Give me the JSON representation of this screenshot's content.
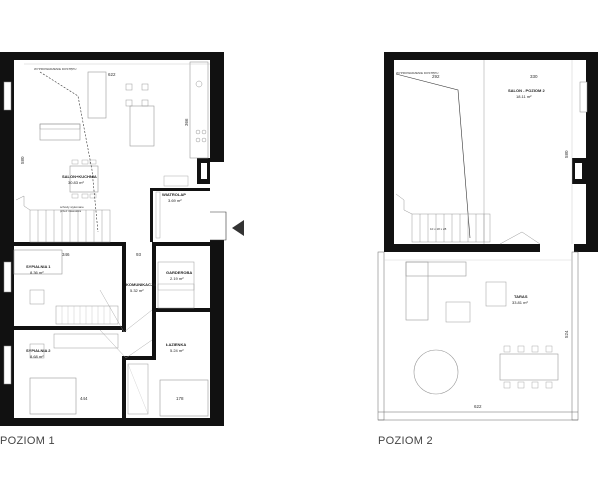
{
  "levels": {
    "level1": "POZIOM 1",
    "level2": "POZIOM 2"
  },
  "rooms_level1": {
    "salon": {
      "name": "SALON+KUCHNIA",
      "area": "30.83 m²"
    },
    "wiatrolap": {
      "name": "WIATROLAP",
      "area": "3.69 m²"
    },
    "sypialnia1": {
      "name": "SYPIALNIA 1",
      "area": "8.36 m²"
    },
    "sypialnia2": {
      "name": "SYPIALNIA 2",
      "area": "8.68 m²"
    },
    "komunikacja": {
      "name": "KOMUNIKACJA",
      "area": "5.32 m²"
    },
    "garderoba": {
      "name": "GARDEROBA",
      "area": "2.19 m²"
    },
    "lazienka": {
      "name": "ŁAZIENKA",
      "area": "5.24 m²"
    }
  },
  "rooms_level2": {
    "salon2": {
      "name": "SALON - POZIOM 2",
      "area": "18.11 m²"
    },
    "taras": {
      "name": "TARAS",
      "area": "33.81 m²"
    }
  },
  "dimensions_level1": {
    "top": "622",
    "right_upper": "366",
    "left": "580",
    "hall_width": "346",
    "hall_mid": "93",
    "bottom": "444",
    "bottom_right": "178"
  },
  "dimensions_level2": {
    "top_left": "292",
    "top_right": "330",
    "right": "580",
    "bottom": "622",
    "terrace_right": "524"
  },
  "annotations": {
    "top_label_1": "WYPROWADZENIE DOSTĘPU",
    "top_label_2": "WYPROWADZENIE DOSTĘPU",
    "stair_note_1": "schody wykonane",
    "stair_note_2": "przez inwestora",
    "stair_note_l2": "10 x 18 x 28"
  }
}
